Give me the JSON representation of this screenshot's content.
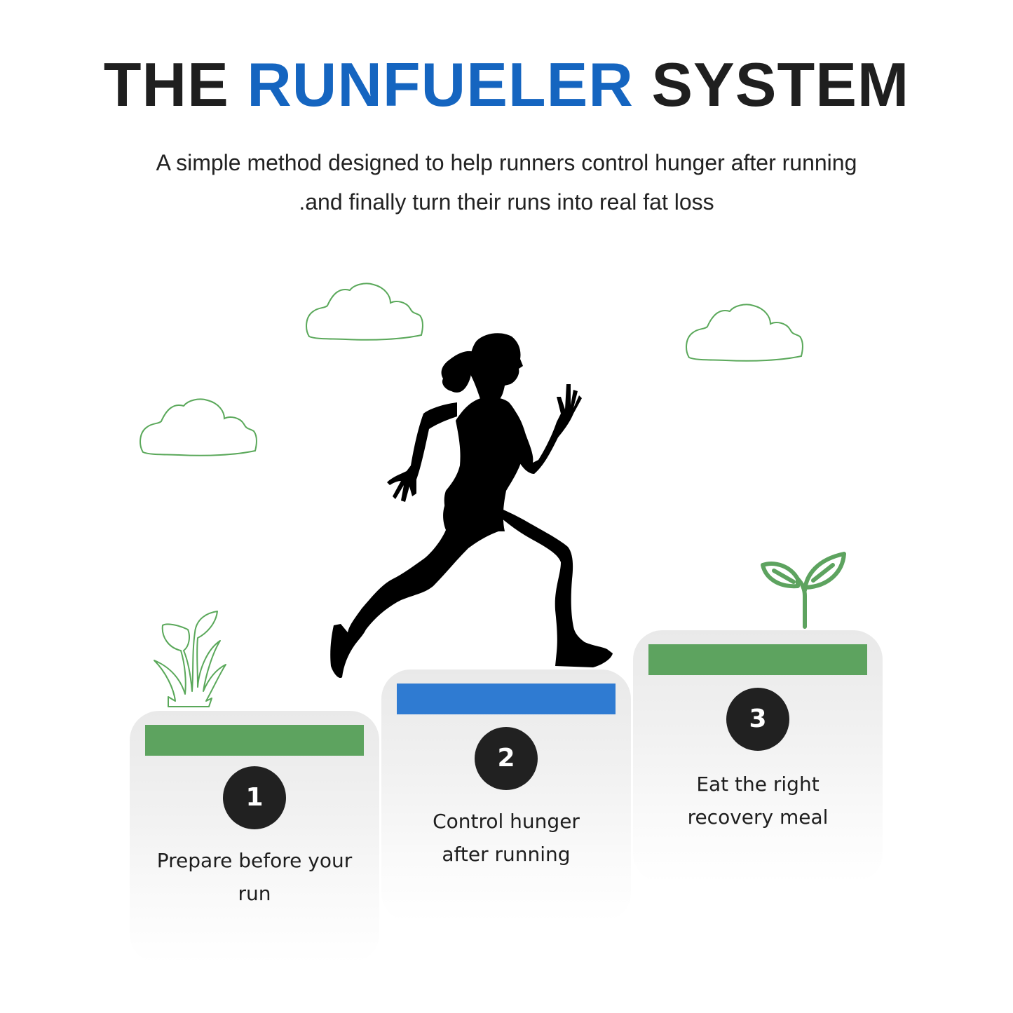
{
  "header": {
    "title_prefix": "THE",
    "title_brand": "RUNFUELER",
    "title_suffix": "SYSTEM",
    "subtitle_line1": "A simple method designed to help runners control hunger after running",
    "subtitle_line2": ".and finally turn their runs into real fat loss"
  },
  "colors": {
    "brand_blue": "#1565c0",
    "step_green": "#5da35f",
    "step_blue": "#2f7bd2",
    "outline_green": "#5aa85a",
    "dark": "#1f1f1f"
  },
  "steps": [
    {
      "number": "1",
      "line1": "Prepare before your",
      "line2": "run",
      "bar_color": "green"
    },
    {
      "number": "2",
      "line1": "Control hunger",
      "line2": "after running",
      "bar_color": "blue"
    },
    {
      "number": "3",
      "line1": "Eat the right",
      "line2": "recovery meal",
      "bar_color": "green"
    }
  ],
  "illustrations": {
    "figure": "running-woman-silhouette-icon",
    "clouds": [
      "cloud-icon",
      "cloud-icon",
      "cloud-icon"
    ],
    "plants": [
      "grass-plant-icon",
      "sprout-icon"
    ]
  }
}
